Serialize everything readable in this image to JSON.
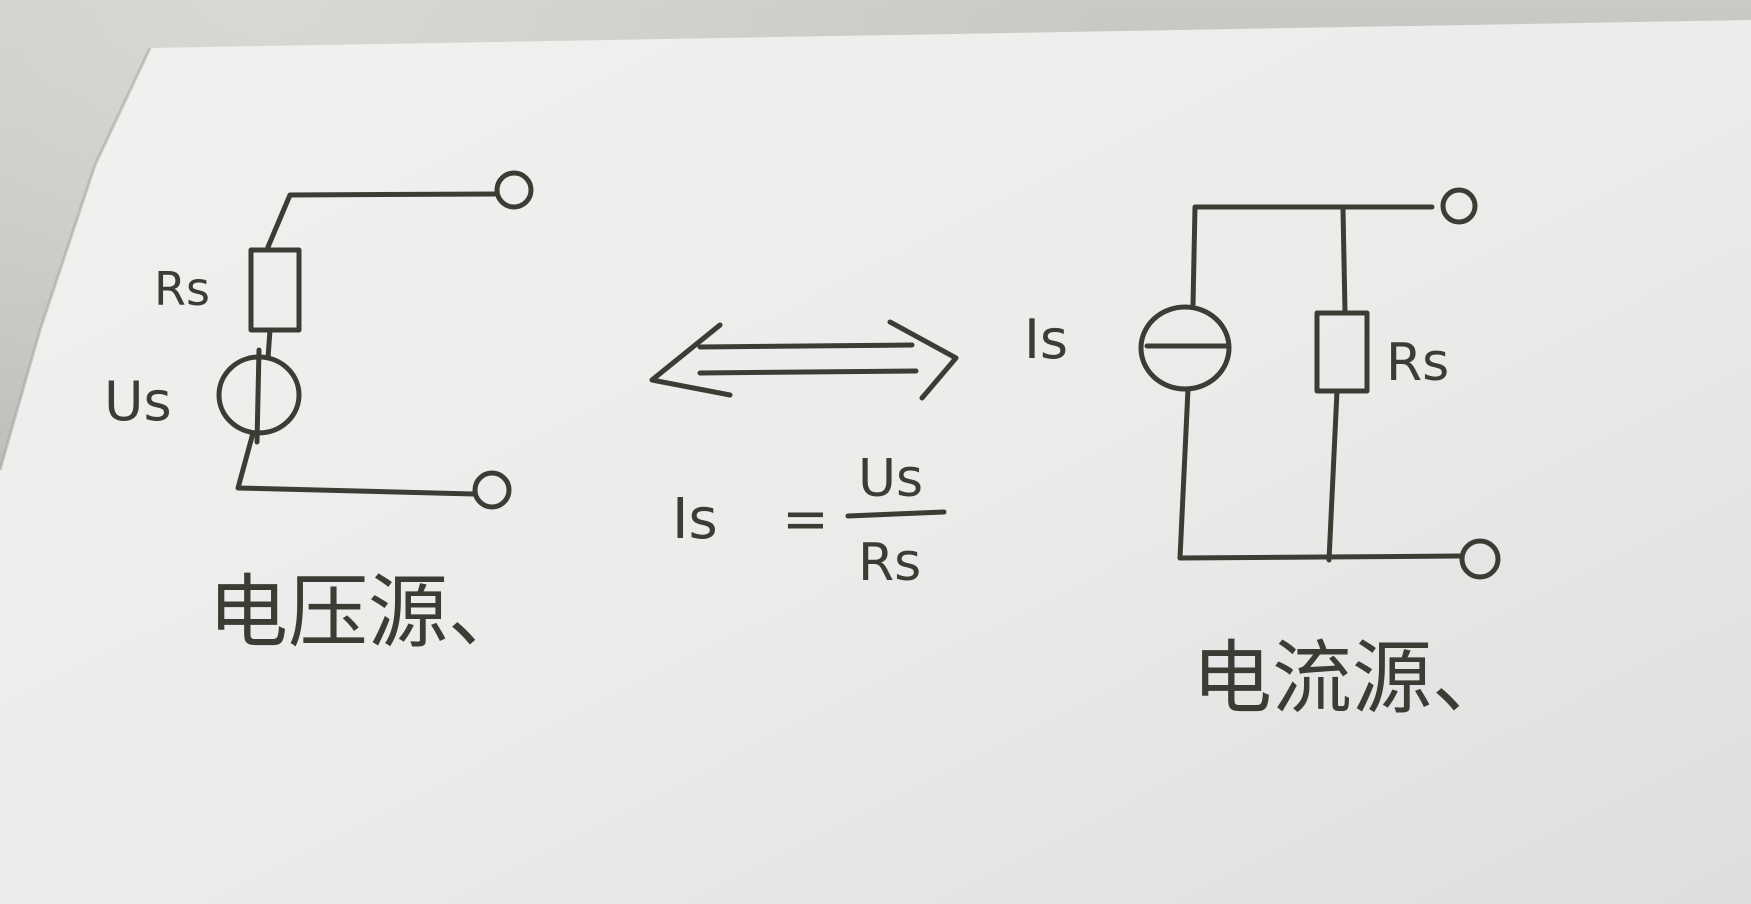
{
  "voltage_source": {
    "resistor_label": "Rs",
    "source_label": "Us",
    "caption": "电压源、"
  },
  "equivalence": {
    "arrow": "⟺",
    "formula_lhs": "Is",
    "formula_eq": "=",
    "formula_num": "Us",
    "formula_den": "Rs"
  },
  "current_source": {
    "source_label": "Is",
    "resistor_label": "Rs",
    "caption": "电流源、"
  },
  "colors": {
    "ink": "#3c3c34",
    "paper": "#ececeb"
  }
}
